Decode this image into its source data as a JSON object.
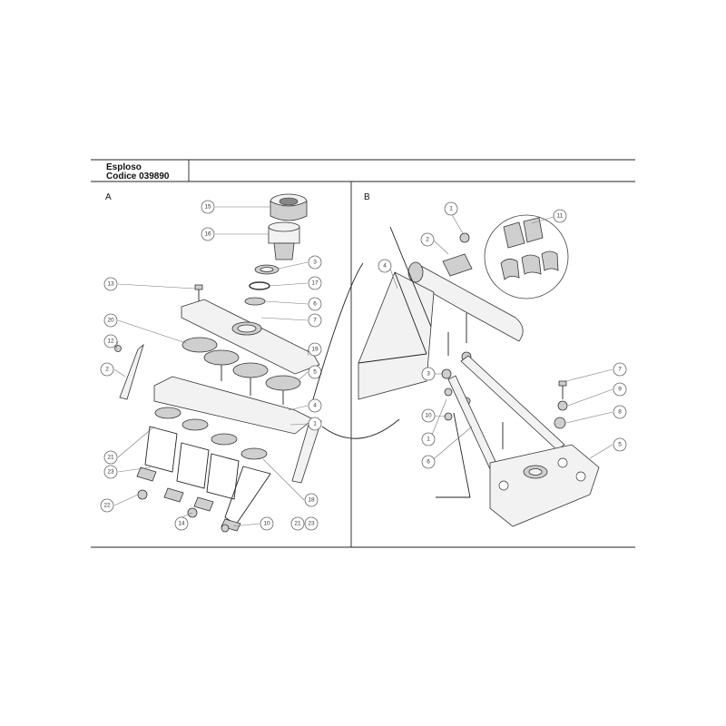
{
  "title": {
    "line1": "Esploso",
    "line2": "Codice 039890"
  },
  "panels": [
    {
      "letter": "A"
    },
    {
      "letter": "B"
    }
  ],
  "callouts_a": [
    "15",
    "16",
    "3",
    "17",
    "6",
    "13",
    "20",
    "7",
    "12",
    "19",
    "2",
    "5",
    "4",
    "1",
    "21",
    "23",
    "18",
    "22",
    "14",
    "10",
    "21",
    "23"
  ],
  "callouts_b": [
    "1",
    "11",
    "2",
    "4",
    "7",
    "3",
    "9",
    "8",
    "10",
    "1",
    "6",
    "5"
  ]
}
